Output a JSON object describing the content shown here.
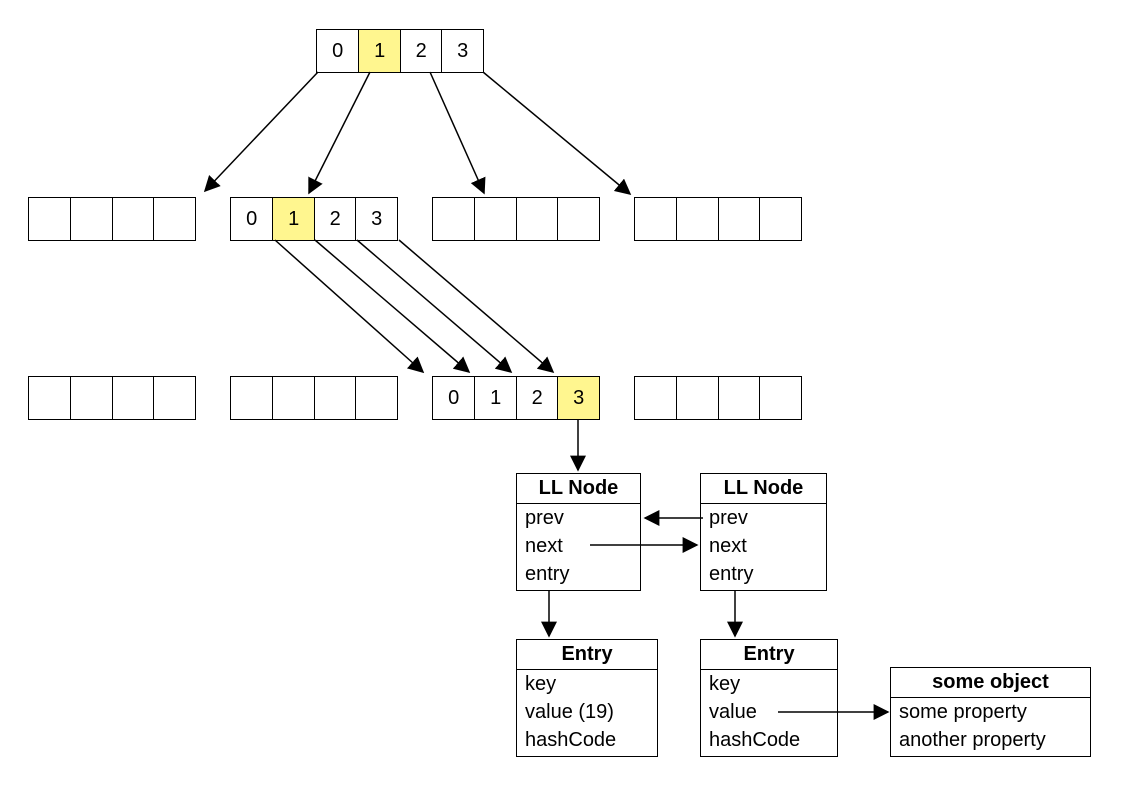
{
  "colors": {
    "highlight": "#fff68f",
    "line": "#000000",
    "background": "#ffffff"
  },
  "root_array": {
    "cells": [
      "0",
      "1",
      "2",
      "3"
    ],
    "highlight_index": 1
  },
  "level2": [
    {
      "cells": [
        "",
        "",
        "",
        ""
      ]
    },
    {
      "cells": [
        "0",
        "1",
        "2",
        "3"
      ],
      "highlight_index": 1
    },
    {
      "cells": [
        "",
        "",
        "",
        ""
      ]
    },
    {
      "cells": [
        "",
        "",
        "",
        ""
      ]
    }
  ],
  "level3": [
    {
      "cells": [
        "",
        "",
        "",
        ""
      ]
    },
    {
      "cells": [
        "",
        "",
        "",
        ""
      ]
    },
    {
      "cells": [
        "0",
        "1",
        "2",
        "3"
      ],
      "highlight_index": 3
    },
    {
      "cells": [
        "",
        "",
        "",
        ""
      ]
    }
  ],
  "ll_node_1": {
    "title": "LL Node",
    "fields": [
      "prev",
      "next",
      "entry"
    ]
  },
  "ll_node_2": {
    "title": "LL Node",
    "fields": [
      "prev",
      "next",
      "entry"
    ]
  },
  "entry_1": {
    "title": "Entry",
    "fields": [
      "key",
      "value (19)",
      "hashCode"
    ]
  },
  "entry_2": {
    "title": "Entry",
    "fields": [
      "key",
      "value",
      "hashCode"
    ]
  },
  "some_object": {
    "title": "some object",
    "fields": [
      "some property",
      "another property"
    ]
  }
}
